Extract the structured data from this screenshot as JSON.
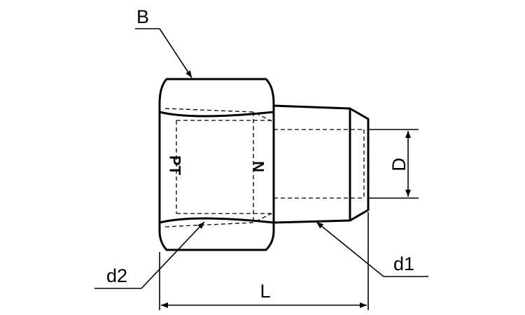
{
  "labels": {
    "hex_width": "B",
    "bore": "D",
    "male_thread": "d1",
    "female_thread": "d2",
    "length": "L"
  },
  "markings": {
    "pt": "PT",
    "n": "N"
  }
}
